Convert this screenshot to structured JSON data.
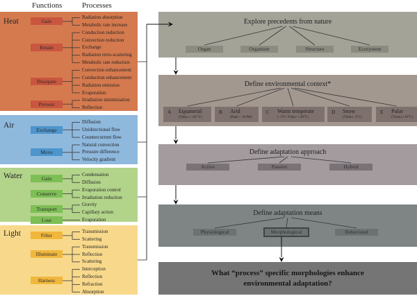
{
  "headers": {
    "functions": "Functions",
    "processes": "Processes"
  },
  "categories": [
    {
      "name": "Heat",
      "colors": {
        "panel": "#D57A4E",
        "box": "#C9563F"
      },
      "functions": [
        {
          "label": "Gain",
          "processes": [
            "Radiation absorption",
            "Metabolic rate increase"
          ]
        },
        {
          "label": "Retain",
          "processes": [
            "Conduction reduction",
            "Convection reduction",
            "Exchange",
            "Radiation retro-scattering",
            "Metabolic rate reduction"
          ]
        },
        {
          "label": "Dissipate",
          "processes": [
            "Convection enhancement",
            "Conduction enhancement",
            "Radiation emission",
            "Evaporation"
          ]
        },
        {
          "label": "Prevent",
          "processes": [
            "Irradiation minimization",
            "Reflection"
          ]
        }
      ]
    },
    {
      "name": "Air",
      "colors": {
        "panel": "#8FB8DD",
        "box": "#4D95CC"
      },
      "functions": [
        {
          "label": "Exchange",
          "processes": [
            "Diffusion",
            "Unidirectional flow",
            "Countercurrent flow"
          ]
        },
        {
          "label": "Move",
          "processes": [
            "Natural convection",
            "Pressure difference",
            "Velocity gradient"
          ]
        }
      ]
    },
    {
      "name": "Water",
      "colors": {
        "panel": "#B2D38A",
        "box": "#7DBE55"
      },
      "functions": [
        {
          "label": "Gain",
          "processes": [
            "Condensation",
            "Diffusion"
          ]
        },
        {
          "label": "Conserve",
          "processes": [
            "Evaporation control",
            "Irradiation reduction"
          ]
        },
        {
          "label": "Transport",
          "processes": [
            "Gravity",
            "Capillary action"
          ]
        },
        {
          "label": "Lose",
          "processes": [
            "Evaporation"
          ]
        }
      ]
    },
    {
      "name": "Light",
      "colors": {
        "panel": "#F8D98B",
        "box": "#F0B73C"
      },
      "functions": [
        {
          "label": "Filter",
          "processes": [
            "Transmission",
            "Scattering"
          ]
        },
        {
          "label": "Illuminate",
          "processes": [
            "Transmission",
            "Reflection",
            "Scattering"
          ]
        },
        {
          "label": "Harness",
          "processes": [
            "Interception",
            "Reflection",
            "Refraction",
            "Absorption"
          ]
        }
      ]
    }
  ],
  "steps": {
    "explore": {
      "title": "Explore precedents from nature",
      "items": [
        "Organ",
        "Organism",
        "Structure",
        "Ecosystem"
      ],
      "colors": {
        "panel": "#A3A398",
        "box": "#8B8B80"
      }
    },
    "context": {
      "title": "Define environmental context*",
      "items": [
        {
          "letter": "A",
          "name": "Equatorial",
          "condition": "(Tmin ≥ +18 °C)"
        },
        {
          "letter": "B",
          "name": "Arid",
          "condition": "(Pann < 10 Pth)"
        },
        {
          "letter": "C",
          "name": "Warm temperate",
          "condition": "(−3°C<Tmin <+18°C)"
        },
        {
          "letter": "D",
          "name": "Snow",
          "condition": "(Tmin≤−3°C)"
        },
        {
          "letter": "E",
          "name": "Polar",
          "condition": "(Tmax≤+10°C)"
        }
      ],
      "colors": {
        "panel": "#A39890",
        "box": "#7E716D"
      }
    },
    "approach": {
      "title": "Define adaptation approach",
      "items": [
        "Active",
        "Passive",
        "Hybrid"
      ],
      "colors": {
        "panel": "#A39B9E",
        "box": "#7B7277"
      }
    },
    "means": {
      "title": "Define adaptation means",
      "items": [
        "Physiological",
        "Morphological",
        "Behavioral"
      ],
      "selected": "Morphological",
      "colors": {
        "panel": "#7F8585",
        "box": "#6C7272"
      }
    },
    "question": {
      "line1": "What “process” specific morphologies enhance",
      "line2": "environmental adaptation?",
      "colors": {
        "panel": "#757575"
      }
    }
  }
}
